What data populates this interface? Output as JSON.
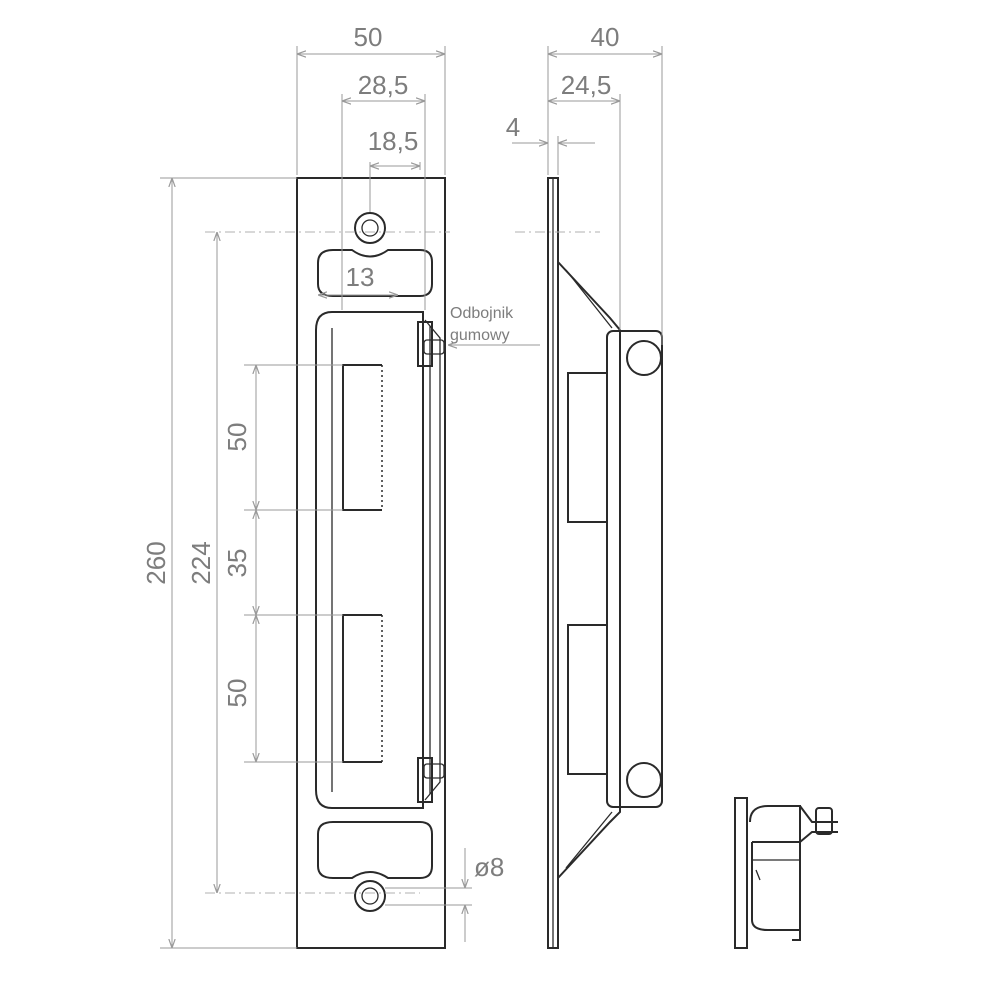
{
  "dimensions": {
    "width_total": "50",
    "width_mid": "28,5",
    "width_inner": "18,5",
    "tab_width": "13",
    "height_total": "260",
    "hole_spacing": "224",
    "slot_upper": "50",
    "slot_gap": "35",
    "slot_lower": "50",
    "hole_diameter": "ø8",
    "side_depth": "40",
    "side_mid": "24,5",
    "plate_thickness": "4"
  },
  "annotations": {
    "bumper_line1": "Odbojnik",
    "bumper_line2": "gumowy"
  },
  "colors": {
    "outline": "#2a2a2a",
    "dimension": "#9a9a9a",
    "dimension_text": "#7d7d7d"
  }
}
